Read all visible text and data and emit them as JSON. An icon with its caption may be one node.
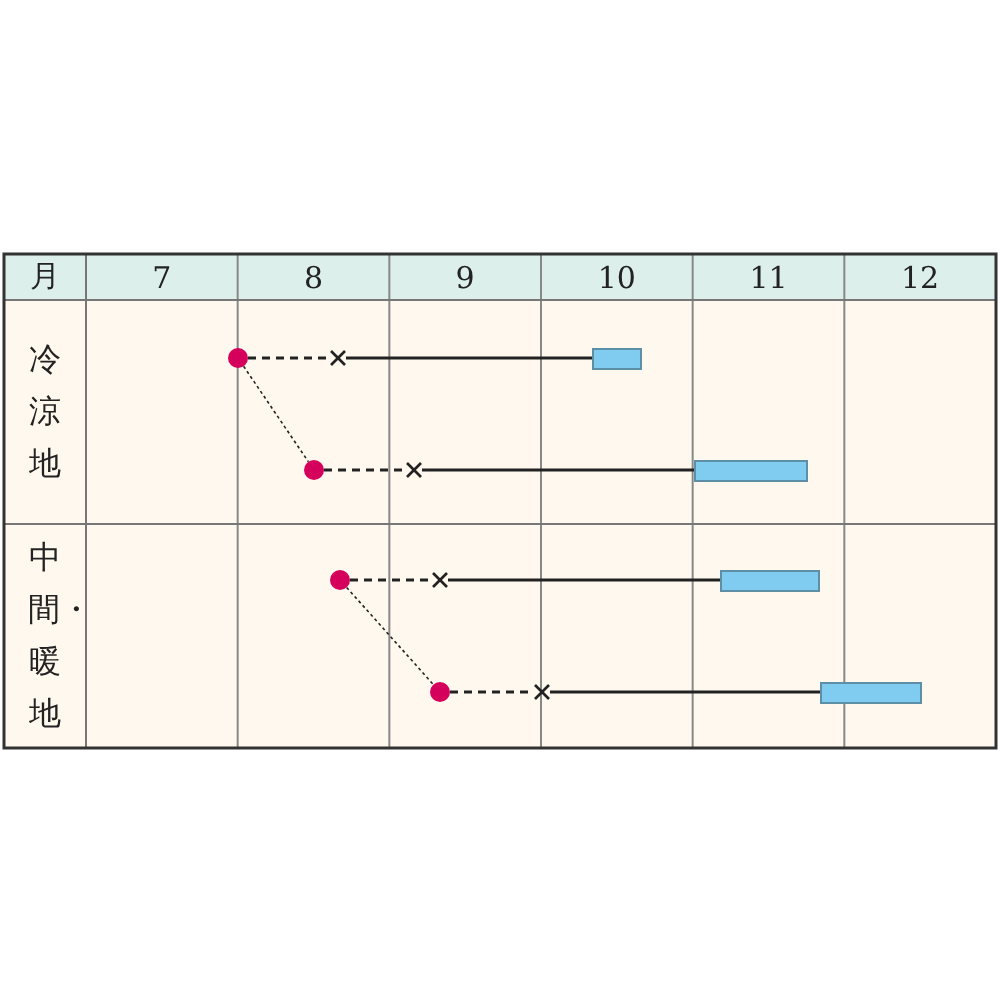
{
  "diagram": {
    "nodes": [
      {
        "text": [],
        "shape": "circle"
      },
      {
        "text": [],
        "shape": "cross"
      },
      {
        "text": [],
        "shape": "bar"
      },
      {
        "text": [],
        "shape": "circle"
      },
      {
        "text": [],
        "shape": "cross"
      },
      {
        "text": [],
        "shape": "bar"
      },
      {
        "text": [],
        "shape": "circle"
      },
      {
        "text": [],
        "shape": "cross"
      },
      {
        "text": [],
        "shape": "bar"
      },
      {
        "text": [],
        "shape": "circle"
      },
      {
        "text": [],
        "shape": "cross"
      },
      {
        "text": [],
        "shape": "bar"
      }
    ],
    "edges": [
      {
        "from": 0,
        "to": 1,
        "arrow": "none",
        "style": "dashed"
      },
      {
        "from": 1,
        "to": 2,
        "arrow": "none"
      },
      {
        "from": 0,
        "to": 3,
        "arrow": "none",
        "style": "dashed"
      },
      {
        "from": 3,
        "to": 4,
        "arrow": "none",
        "style": "dashed"
      },
      {
        "from": 4,
        "to": 5,
        "arrow": "none"
      },
      {
        "from": 6,
        "to": 7,
        "arrow": "none",
        "style": "dashed"
      },
      {
        "from": 7,
        "to": 8,
        "arrow": "none"
      },
      {
        "from": 6,
        "to": 9,
        "arrow": "none",
        "style": "dashed"
      },
      {
        "from": 9,
        "to": 10,
        "arrow": "none",
        "style": "dashed"
      },
      {
        "from": 10,
        "to": 11,
        "arrow": "none"
      }
    ],
    "labels": [
      "月",
      "7",
      "8",
      "9",
      "10",
      "11",
      "12",
      "冷涼地",
      "中間・暖地"
    ]
  }
}
